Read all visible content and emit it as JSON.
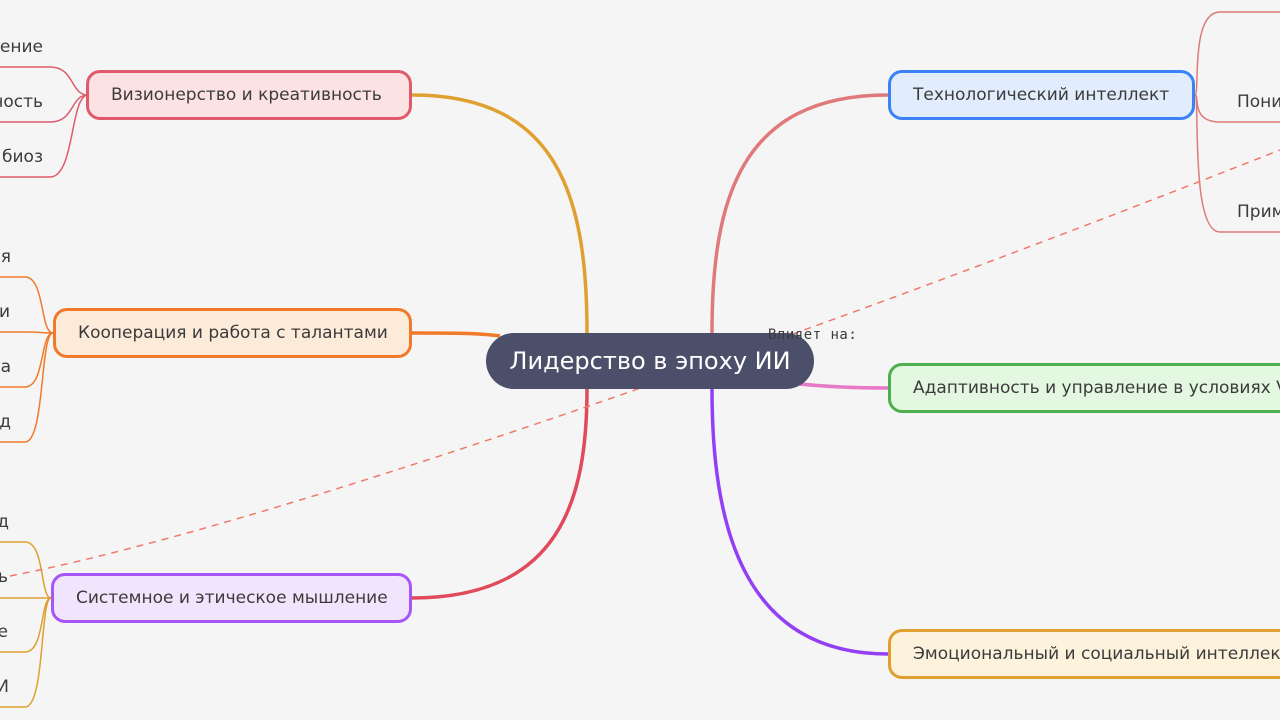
{
  "root": {
    "label": "Лидерство в эпоху ИИ"
  },
  "relationship": {
    "label": "Влияет на:"
  },
  "left_branches": [
    {
      "label": "Визионерство и креативность",
      "color": "#e05a6b",
      "fill": "#fde2e4",
      "wire": "#e0a030",
      "leaves": [
        "ение",
        "ность",
        "биоз"
      ]
    },
    {
      "label": "Кооперация и работа с талантами",
      "color": "#f07a2a",
      "fill": "#fdebd9",
      "wire": "#f07a2a",
      "leaves": [
        "ия",
        "и",
        "а",
        "д"
      ]
    },
    {
      "label": "Системное и этическое мышление",
      "color": "#a855f7",
      "fill": "#f1e4fd",
      "wire": "#e04a5a",
      "leaves": [
        "д",
        "ь",
        "е",
        "И"
      ]
    }
  ],
  "right_branches": [
    {
      "label": "Технологический интеллект",
      "color": "#3b82f6",
      "fill": "#e1ecfd",
      "wire": "#e07a7a",
      "leaves": [
        "Пони",
        "Прим"
      ]
    },
    {
      "label": "Адаптивность и управление в условиях VU",
      "color": "#4caf50",
      "fill": "#e3f7e1",
      "wire": "#e879c8",
      "leaves": []
    },
    {
      "label": "Эмоциональный и социальный интеллект",
      "color": "#e0a030",
      "fill": "#fdf3dc",
      "wire": "#9340f5",
      "leaves": []
    }
  ]
}
